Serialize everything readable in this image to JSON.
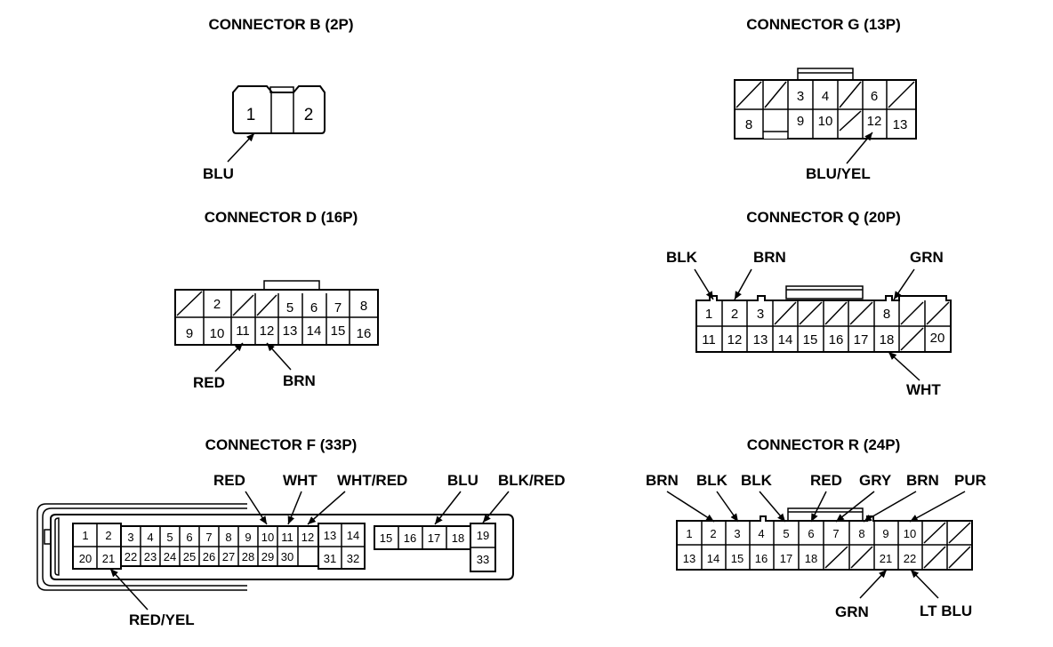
{
  "connectors": {
    "b": {
      "title": "CONNECTOR B (2P)",
      "pins": [
        "1",
        "2"
      ],
      "wires": [
        "BLU"
      ]
    },
    "g": {
      "title": "CONNECTOR G (13P)",
      "pins": [
        "3",
        "4",
        "6",
        "8",
        "9",
        "10",
        "12",
        "13"
      ],
      "wires": [
        "BLU/YEL"
      ]
    },
    "d": {
      "title": "CONNECTOR D (16P)",
      "pins": [
        "2",
        "5",
        "6",
        "7",
        "8",
        "9",
        "10",
        "11",
        "12",
        "13",
        "14",
        "15",
        "16"
      ],
      "wires": [
        "RED",
        "BRN"
      ]
    },
    "q": {
      "title": "CONNECTOR Q (20P)",
      "pins": [
        "1",
        "2",
        "3",
        "8",
        "11",
        "12",
        "13",
        "14",
        "15",
        "16",
        "17",
        "18",
        "20"
      ],
      "wires": [
        "BLK",
        "BRN",
        "GRN",
        "WHT"
      ]
    },
    "f": {
      "title": "CONNECTOR F (33P)",
      "pins": [
        "1",
        "2",
        "3",
        "4",
        "5",
        "6",
        "7",
        "8",
        "9",
        "10",
        "11",
        "12",
        "13",
        "14",
        "15",
        "16",
        "17",
        "18",
        "19",
        "20",
        "21",
        "22",
        "23",
        "24",
        "25",
        "26",
        "27",
        "28",
        "29",
        "30",
        "31",
        "32",
        "33"
      ],
      "wires": [
        "RED",
        "WHT",
        "WHT/RED",
        "BLU",
        "BLK/RED",
        "RED/YEL"
      ]
    },
    "r": {
      "title": "CONNECTOR R (24P)",
      "pins": [
        "1",
        "2",
        "3",
        "4",
        "5",
        "6",
        "7",
        "8",
        "9",
        "10",
        "13",
        "14",
        "15",
        "16",
        "17",
        "18",
        "21",
        "22"
      ],
      "wires": [
        "BRN",
        "BLK",
        "BLK",
        "RED",
        "GRY",
        "BRN",
        "PUR",
        "GRN",
        "LT BLU"
      ]
    }
  }
}
